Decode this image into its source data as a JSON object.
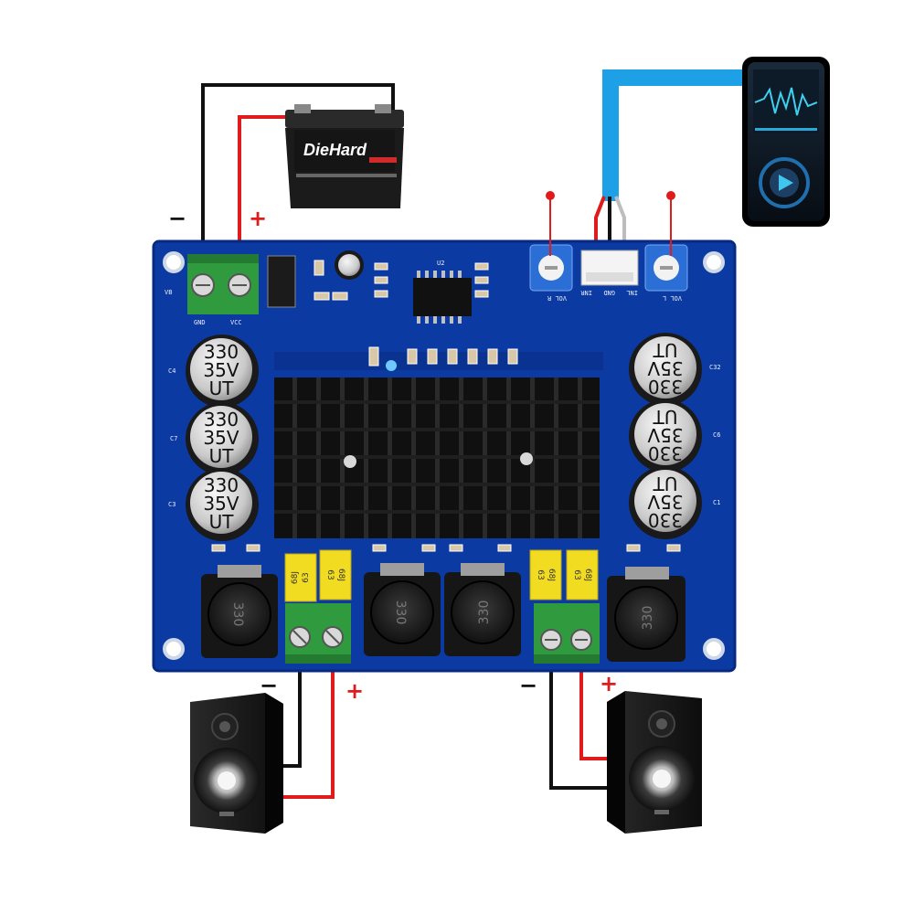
{
  "battery": {
    "brand": "DieHard"
  },
  "power_terminal": {
    "label": "VB",
    "pins": [
      "GND",
      "VCC"
    ],
    "minus": "−",
    "plus": "+"
  },
  "board": {
    "ic_label": "U2",
    "volume": {
      "right": "VOL R",
      "left": "VOL L"
    },
    "input_connector": [
      "INR",
      "GND",
      "INL"
    ],
    "main_caps": {
      "line1": "330",
      "line2": "35V",
      "line3": "UT"
    },
    "left_cap_labels": [
      "C4",
      "C7",
      "C3"
    ],
    "right_cap_labels": [
      "C32",
      "C6",
      "C1"
    ],
    "film_caps": [
      {
        "line1": "68J",
        "line2": "63"
      },
      {
        "line1": "68J",
        "line2": "63"
      },
      {
        "line1": "68J",
        "line2": "63"
      },
      {
        "line1": "68J",
        "line2": "63"
      }
    ],
    "inductor_label": "330"
  },
  "speakers": {
    "left": {
      "minus": "−",
      "plus": "+"
    },
    "right": {
      "minus": "−",
      "plus": "+"
    }
  },
  "colors": {
    "pcb": "#0c3aa3",
    "wire_positive": "#e01b1b",
    "wire_negative": "#111111",
    "audio_cable": "#1ea0e6",
    "terminal_green": "#2f9a3e",
    "heatsink": "#101010"
  },
  "icons": [
    "battery-icon",
    "music-player-icon",
    "speaker-icon",
    "play-icon"
  ]
}
